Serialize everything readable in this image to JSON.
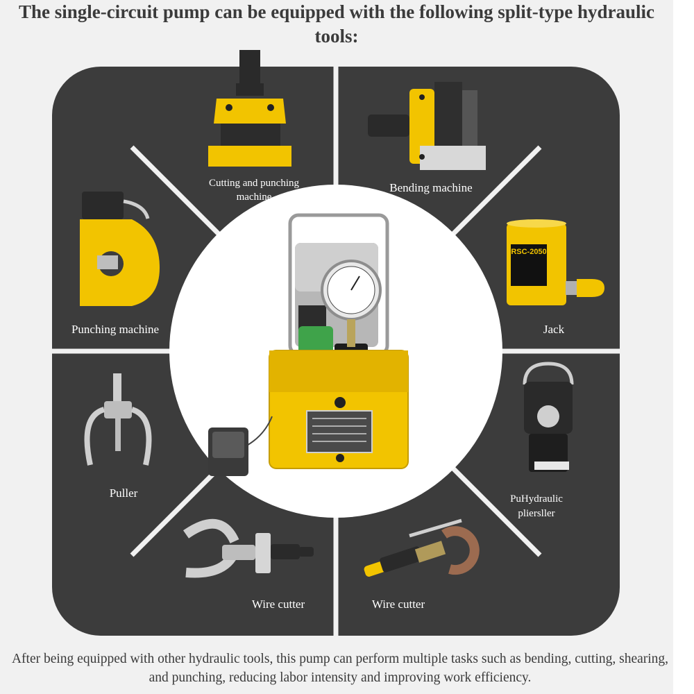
{
  "title": "The single-circuit pump can be equipped with the following split-type hydraulic tools:",
  "footer": "After being equipped with other hydraulic tools, this pump can perform multiple tasks such as bending, cutting, shearing, and punching, reducing labor intensity and improving work efficiency.",
  "tools": [
    {
      "label_lines": [
        "Cutting and punching",
        "machine"
      ]
    },
    {
      "label_lines": [
        "Bending machine"
      ]
    },
    {
      "label_lines": [
        "Jack"
      ],
      "marking": "RSC-2050"
    },
    {
      "label_lines": [
        "PuHydraulic",
        "pliersller"
      ]
    },
    {
      "label_lines": [
        "Wire cutter"
      ]
    },
    {
      "label_lines": [
        "Wire cutter"
      ]
    },
    {
      "label_lines": [
        "Puller"
      ]
    },
    {
      "label_lines": [
        "Punching machine"
      ]
    }
  ],
  "colors": {
    "segment": "#3c3c3c",
    "tool_yellow": "#f2c400",
    "background": "#f1f1f1"
  }
}
